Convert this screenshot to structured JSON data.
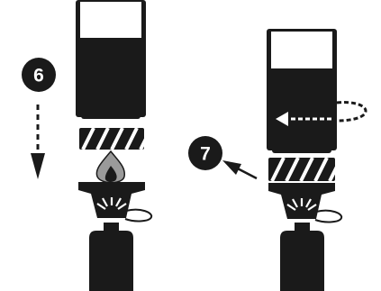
{
  "steps": [
    {
      "number": "6",
      "action_icon": "dashed-arrow-down"
    },
    {
      "number": "7",
      "action_icon": "twist-arrow"
    }
  ],
  "colors": {
    "ink": "#1a1a1a",
    "paper": "#ffffff",
    "flame": "#9a9a9a"
  }
}
